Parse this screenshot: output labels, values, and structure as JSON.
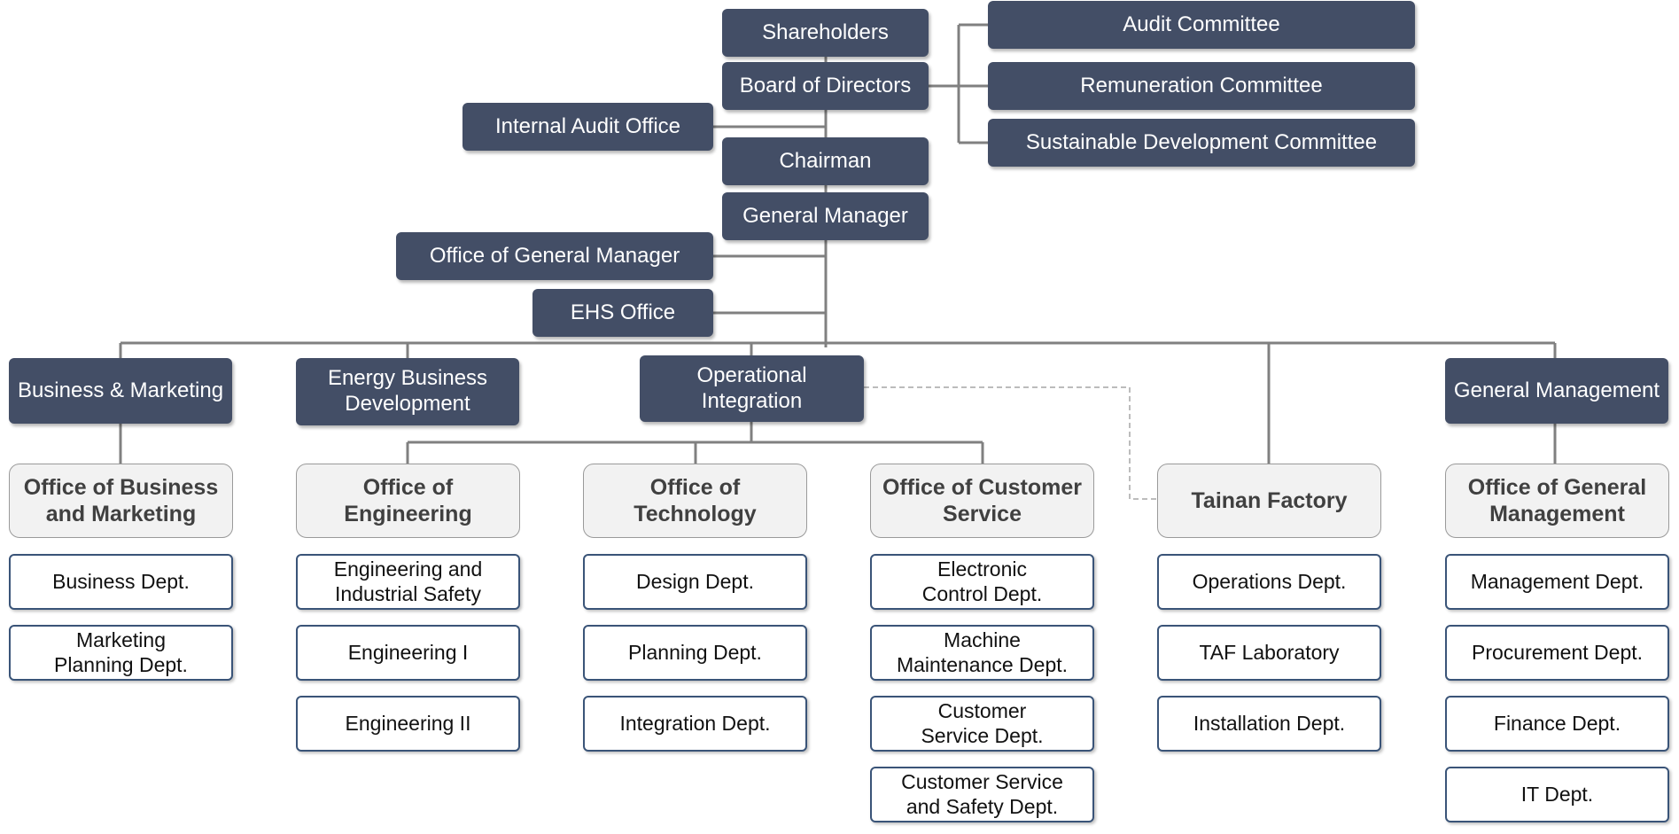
{
  "top": {
    "shareholders": "Shareholders",
    "board": "Board of Directors",
    "chairman": "Chairman",
    "general_manager": "General Manager",
    "internal_audit": "Internal Audit Office",
    "office_gm": "Office of General Manager",
    "ehs": "EHS Office"
  },
  "committees": [
    "Audit Committee",
    "Remuneration Committee",
    "Sustainable Development Committee"
  ],
  "divisions": [
    "Business & Marketing",
    "Energy Business Development",
    "Operational Integration",
    "General Management"
  ],
  "offices": [
    "Office of Business and Marketing",
    "Office of Engineering",
    "Office of Technology",
    "Office of Customer Service",
    "Tainan Factory",
    "Office of General Management"
  ],
  "departments": [
    [
      "Business Dept.",
      "Marketing Planning Dept."
    ],
    [
      "Engineering and Industrial Safety",
      "Engineering I",
      "Engineering II"
    ],
    [
      "Design Dept.",
      "Planning Dept.",
      "Integration Dept."
    ],
    [
      "Electronic Control Dept.",
      "Machine Maintenance Dept.",
      "Customer Service Dept.",
      "Customer Service and Safety Dept."
    ],
    [
      "Operations Dept.",
      "TAF Laboratory",
      "Installation Dept."
    ],
    [
      "Management Dept.",
      "Procurement Dept.",
      "Finance Dept.",
      "IT Dept."
    ]
  ],
  "colors": {
    "dark_box": "#434e66",
    "office_fill": "#f2f2f2",
    "dept_border": "#3a5478",
    "connector": "#808080",
    "dashed": "#a6a6a6"
  }
}
